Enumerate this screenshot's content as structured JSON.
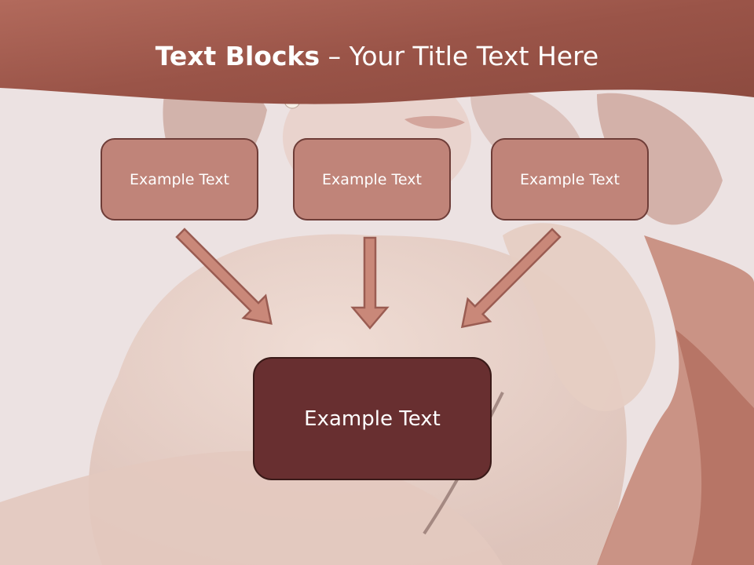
{
  "slide": {
    "title_bold": "Text Blocks",
    "title_dash": " – ",
    "title_rest": "Your Title Text Here"
  },
  "boxes": {
    "left": "Example Text",
    "middle": "Example Text",
    "right": "Example Text",
    "bottom": "Example Text"
  },
  "colors": {
    "header": "#9a5448",
    "small_box_fill": "#c08479",
    "small_box_border": "#6e3d38",
    "big_box_fill": "#682f30",
    "arrow_fill": "#c98879",
    "arrow_stroke": "#9a5c52"
  }
}
